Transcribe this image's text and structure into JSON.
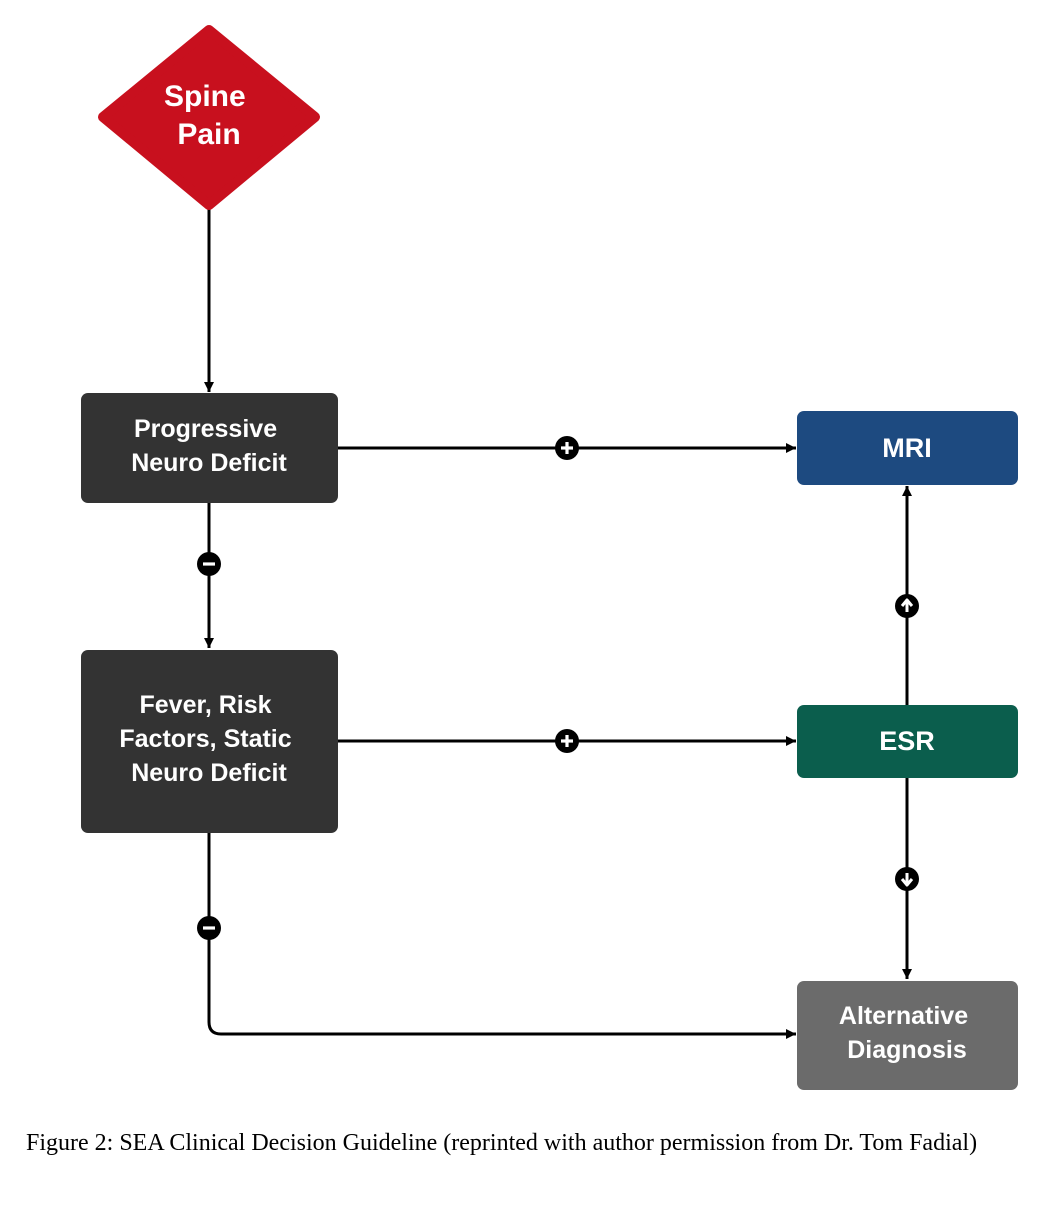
{
  "diagram": {
    "nodes": [
      {
        "id": "spine-pain",
        "lines": [
          "Spine",
          "Pain"
        ],
        "color": "#c8101e"
      },
      {
        "id": "progressive-neuro-deficit",
        "lines": [
          "Progressive",
          "Neuro Deficit"
        ],
        "color": "#333333"
      },
      {
        "id": "fever-risk-factors",
        "lines": [
          "Fever, Risk",
          "Factors, Static",
          "Neuro Deficit"
        ],
        "color": "#333333"
      },
      {
        "id": "mri",
        "lines": [
          "MRI"
        ],
        "color": "#1d4a80"
      },
      {
        "id": "esr",
        "lines": [
          "ESR"
        ],
        "color": "#0b5e4d"
      },
      {
        "id": "alternative-diagnosis",
        "lines": [
          "Alternative",
          "Diagnosis"
        ],
        "color": "#6b6b6b"
      }
    ],
    "edges": [
      {
        "from": "spine-pain",
        "to": "progressive-neuro-deficit",
        "marker": ""
      },
      {
        "from": "progressive-neuro-deficit",
        "to": "mri",
        "marker": "plus"
      },
      {
        "from": "progressive-neuro-deficit",
        "to": "fever-risk-factors",
        "marker": "minus"
      },
      {
        "from": "fever-risk-factors",
        "to": "esr",
        "marker": "plus"
      },
      {
        "from": "esr",
        "to": "mri",
        "marker": "up-arrow"
      },
      {
        "from": "esr",
        "to": "alternative-diagnosis",
        "marker": "down-arrow"
      },
      {
        "from": "fever-risk-factors",
        "to": "alternative-diagnosis",
        "marker": "minus"
      }
    ]
  },
  "caption": "Figure 2: SEA Clinical Decision Guideline (reprinted with author permission from Dr. Tom Fadial)"
}
